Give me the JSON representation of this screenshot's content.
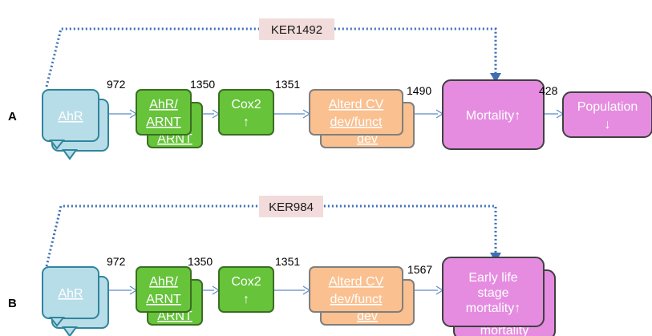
{
  "rows": [
    {
      "label": "A",
      "ker_label": "KER1492",
      "ker_label_color": "#1a1a1a",
      "nodes": [
        {
          "lines": [
            "AhR"
          ],
          "behind_lines": [],
          "kind": "ahr",
          "underline": true
        },
        {
          "lines": [
            "AhR/",
            "ARNT"
          ],
          "behind_lines": [
            "ARNT"
          ],
          "kind": "green-stack",
          "underline": true
        },
        {
          "lines": [
            "Cox2",
            "↑"
          ],
          "behind_lines": [],
          "kind": "green",
          "underline": false
        },
        {
          "lines": [
            "Alterd CV",
            "dev/funct"
          ],
          "behind_lines": [
            "dev"
          ],
          "kind": "orange-stack",
          "underline": true
        },
        {
          "lines": [
            "Mortality↑"
          ],
          "behind_lines": [],
          "kind": "mortality",
          "underline": false
        },
        {
          "lines": [
            "Population",
            "↓"
          ],
          "behind_lines": [],
          "kind": "population",
          "underline": false
        }
      ],
      "edge_numbers": [
        {
          "value": "972",
          "color": "#000000"
        },
        {
          "value": "1350",
          "color": "#000000"
        },
        {
          "value": "1351",
          "color": "#000000"
        },
        {
          "value": "1490",
          "color": "#000000"
        },
        {
          "value": "428",
          "color": "#000000"
        }
      ]
    },
    {
      "label": "B",
      "ker_label": "KER984",
      "ker_label_color": "#c0392b",
      "nodes": [
        {
          "lines": [
            "AhR"
          ],
          "behind_lines": [],
          "kind": "ahr",
          "underline": true
        },
        {
          "lines": [
            "AhR/",
            "ARNT"
          ],
          "behind_lines": [
            "ARNT"
          ],
          "kind": "green-stack",
          "underline": true
        },
        {
          "lines": [
            "Cox2",
            "↑"
          ],
          "behind_lines": [],
          "kind": "green",
          "underline": false
        },
        {
          "lines": [
            "Alterd CV",
            "dev/funct"
          ],
          "behind_lines": [
            "dev"
          ],
          "kind": "orange-stack",
          "underline": true
        },
        {
          "lines": [
            "Early life",
            "stage",
            "mortality↑"
          ],
          "behind_lines": [
            "mortality"
          ],
          "kind": "mortality-stack",
          "underline": false
        }
      ],
      "edge_numbers": [
        {
          "value": "972",
          "color": "#000000"
        },
        {
          "value": "1350",
          "color": "#000000"
        },
        {
          "value": "1351",
          "color": "#000000"
        },
        {
          "value": "1567",
          "color": "#e31a1c"
        }
      ]
    }
  ],
  "colors": {
    "ahr_fill": "#b7dde8",
    "ahr_stroke": "#31859c",
    "green_fill": "#66c33a",
    "green_stroke": "#3b6e22",
    "orange_fill": "#fac090",
    "orange_stroke": "#7f7f7f",
    "pink_fill": "#e58ce0",
    "pink_stroke": "#404040",
    "connector": "#5b8ac6",
    "dotted_line": "#3d6fb3",
    "ker_box_fill": "#f2dcdb",
    "early_life_text": "#e8001c"
  }
}
